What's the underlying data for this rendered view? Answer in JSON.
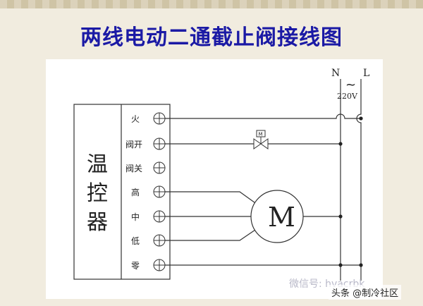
{
  "title": "两线电动二通截止阀接线图",
  "controller": {
    "chars": [
      "温",
      "控",
      "器"
    ]
  },
  "terminals": [
    "火",
    "阀开",
    "阀关",
    "高",
    "中",
    "低",
    "零"
  ],
  "power": {
    "neutral": "N",
    "line": "L",
    "tilde": "~",
    "voltage": "220V"
  },
  "motor_label": "M",
  "valve_label": "M",
  "watermark": "微信号: hvacrbk",
  "credit": "头条 @制冷社区"
}
